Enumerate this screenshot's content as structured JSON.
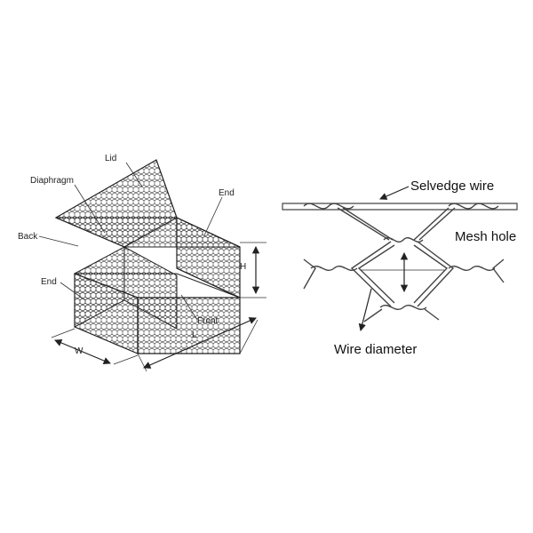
{
  "gabion": {
    "labels": {
      "lid": "Lid",
      "diaphragm": "Diaphragm",
      "end_right": "End",
      "back": "Back",
      "end_left": "End",
      "front": "Front",
      "height": "H",
      "width": "W",
      "length": "L"
    }
  },
  "mesh": {
    "labels": {
      "selvedge_wire": "Selvedge wire",
      "mesh_hole": "Mesh hole",
      "wire_diameter": "Wire diameter"
    }
  }
}
